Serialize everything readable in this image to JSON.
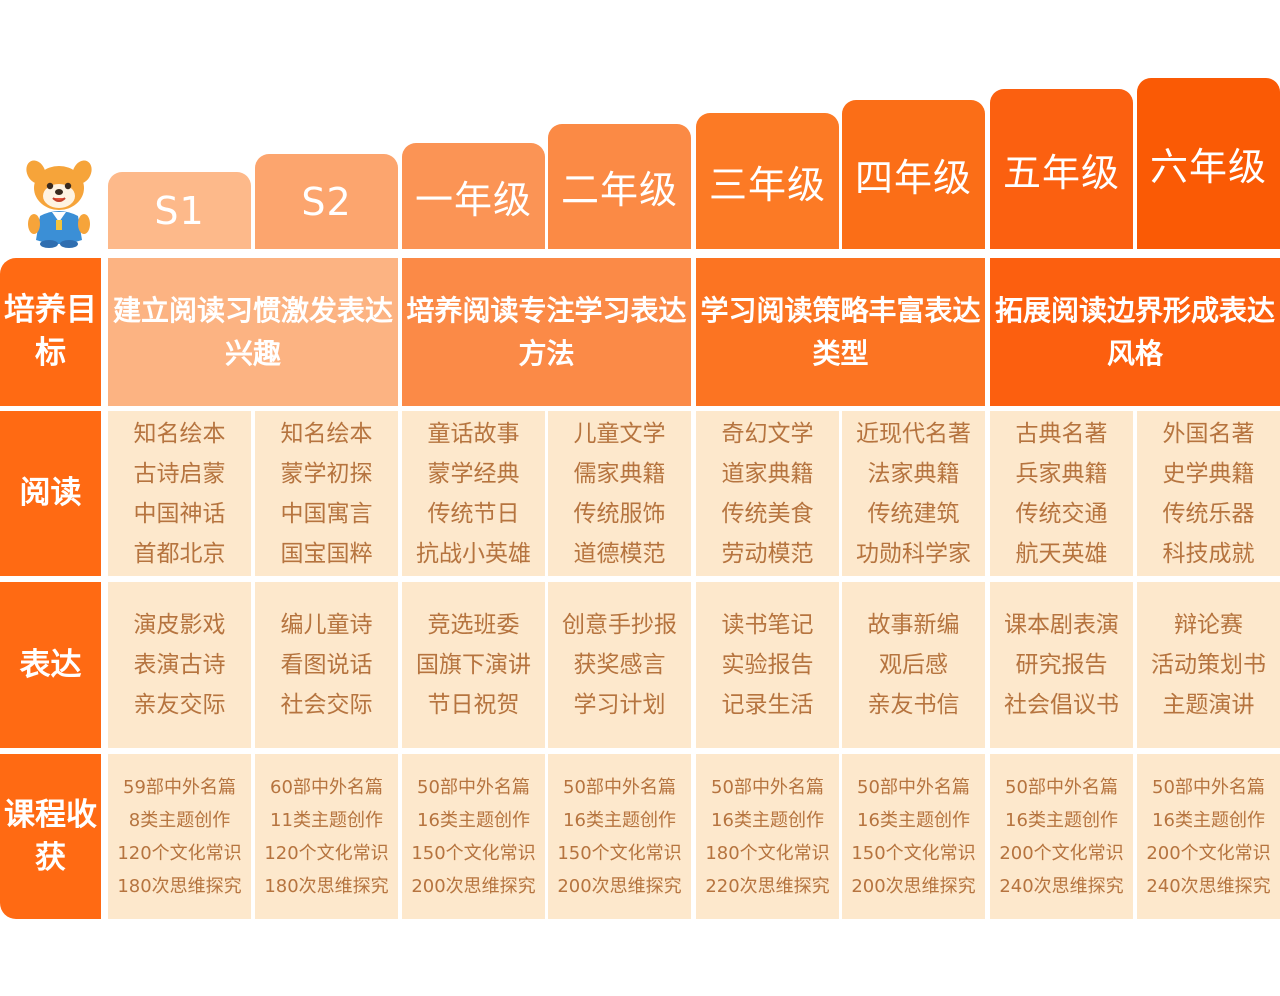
{
  "columns": [
    "S1",
    "S2",
    "一年级",
    "二年级",
    "三年级",
    "四年级",
    "五年级",
    "六年级"
  ],
  "row_labels": {
    "goals": [
      "培养",
      "目标"
    ],
    "reading": [
      "阅读"
    ],
    "expression": [
      "表达"
    ],
    "harvest": [
      "课程",
      "收获"
    ]
  },
  "goals": [
    [
      "建立阅读习惯",
      "激发表达兴趣"
    ],
    [
      "培养阅读专注",
      "学习表达方法"
    ],
    [
      "学习阅读策略",
      "丰富表达类型"
    ],
    [
      "拓展阅读边界",
      "形成表达风格"
    ]
  ],
  "reading": [
    [
      "知名绘本",
      "古诗启蒙",
      "中国神话",
      "首都北京"
    ],
    [
      "知名绘本",
      "蒙学初探",
      "中国寓言",
      "国宝国粹"
    ],
    [
      "童话故事",
      "蒙学经典",
      "传统节日",
      "抗战小英雄"
    ],
    [
      "儿童文学",
      "儒家典籍",
      "传统服饰",
      "道德模范"
    ],
    [
      "奇幻文学",
      "道家典籍",
      "传统美食",
      "劳动模范"
    ],
    [
      "近现代名著",
      "法家典籍",
      "传统建筑",
      "功勋科学家"
    ],
    [
      "古典名著",
      "兵家典籍",
      "传统交通",
      "航天英雄"
    ],
    [
      "外国名著",
      "史学典籍",
      "传统乐器",
      "科技成就"
    ]
  ],
  "expression": [
    [
      "演皮影戏",
      "表演古诗",
      "亲友交际"
    ],
    [
      "编儿童诗",
      "看图说话",
      "社会交际"
    ],
    [
      "竞选班委",
      "国旗下演讲",
      "节日祝贺"
    ],
    [
      "创意手抄报",
      "获奖感言",
      "学习计划"
    ],
    [
      "读书笔记",
      "实验报告",
      "记录生活"
    ],
    [
      "故事新编",
      "观后感",
      "亲友书信"
    ],
    [
      "课本剧表演",
      "研究报告",
      "社会倡议书"
    ],
    [
      "辩论赛",
      "活动策划书",
      "主题演讲"
    ]
  ],
  "harvest": [
    [
      "59部中外名篇",
      "8类主题创作",
      "120个文化常识",
      "180次思维探究"
    ],
    [
      "60部中外名篇",
      "11类主题创作",
      "120个文化常识",
      "180次思维探究"
    ],
    [
      "50部中外名篇",
      "16类主题创作",
      "150个文化常识",
      "200次思维探究"
    ],
    [
      "50部中外名篇",
      "16类主题创作",
      "150个文化常识",
      "200次思维探究"
    ],
    [
      "50部中外名篇",
      "16类主题创作",
      "180个文化常识",
      "220次思维探究"
    ],
    [
      "50部中外名篇",
      "16类主题创作",
      "150个文化常识",
      "200次思维探究"
    ],
    [
      "50部中外名篇",
      "16类主题创作",
      "200个文化常识",
      "240次思维探究"
    ],
    [
      "50部中外名篇",
      "16类主题创作",
      "200个文化常识",
      "240次思维探究"
    ]
  ],
  "colors": {
    "header": [
      "#fdb98a",
      "#fca56e",
      "#fb9455",
      "#fb8a45",
      "#fc7a25",
      "#fb6e17",
      "#fb6010",
      "#fa5a05"
    ],
    "goals": [
      "#fcb382",
      "#fb8a47",
      "#fc7422",
      "#fc5f0f"
    ],
    "row_label": "#ff6a13",
    "cell_bg": "#fde8cc",
    "cell_text": "#b6743f",
    "mascot_body": "#f6a43a",
    "mascot_shirt": "#3b8fd6"
  },
  "icons": {
    "mascot": "dog-mascot-icon"
  }
}
